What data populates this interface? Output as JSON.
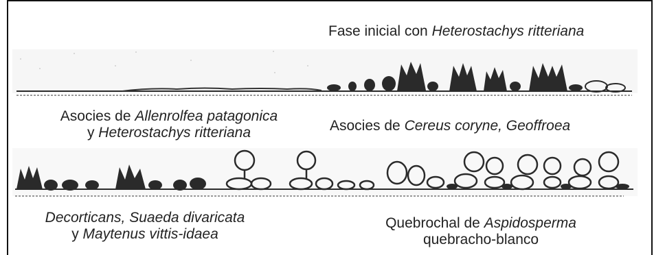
{
  "figure": {
    "top_label": {
      "prefix": "Fase inicial con ",
      "italic": "Heterostachys ritteriana"
    },
    "label_1": {
      "line1_prefix": "Asocies de ",
      "line1_italic": "Allenrolfea patagonica",
      "line2_prefix": "y ",
      "line2_italic": "Heterostachys ritteriana"
    },
    "label_2": {
      "prefix": "Asocies de ",
      "italic": "Cereus coryne, Geoffroea"
    },
    "label_3": {
      "line1_italic": "Decorticans, Suaeda divaricata",
      "line2_prefix": "y ",
      "line2_italic": "Maytenus vittis-idaea"
    },
    "label_4": {
      "line1_prefix": "Quebrochal de ",
      "line1_italic": "Aspidosperma",
      "line2": "quebracho-blanco"
    }
  },
  "colors": {
    "ink": "#2a2a2a",
    "text": "#222222",
    "paper": "#ffffff",
    "frame": "#111111"
  }
}
